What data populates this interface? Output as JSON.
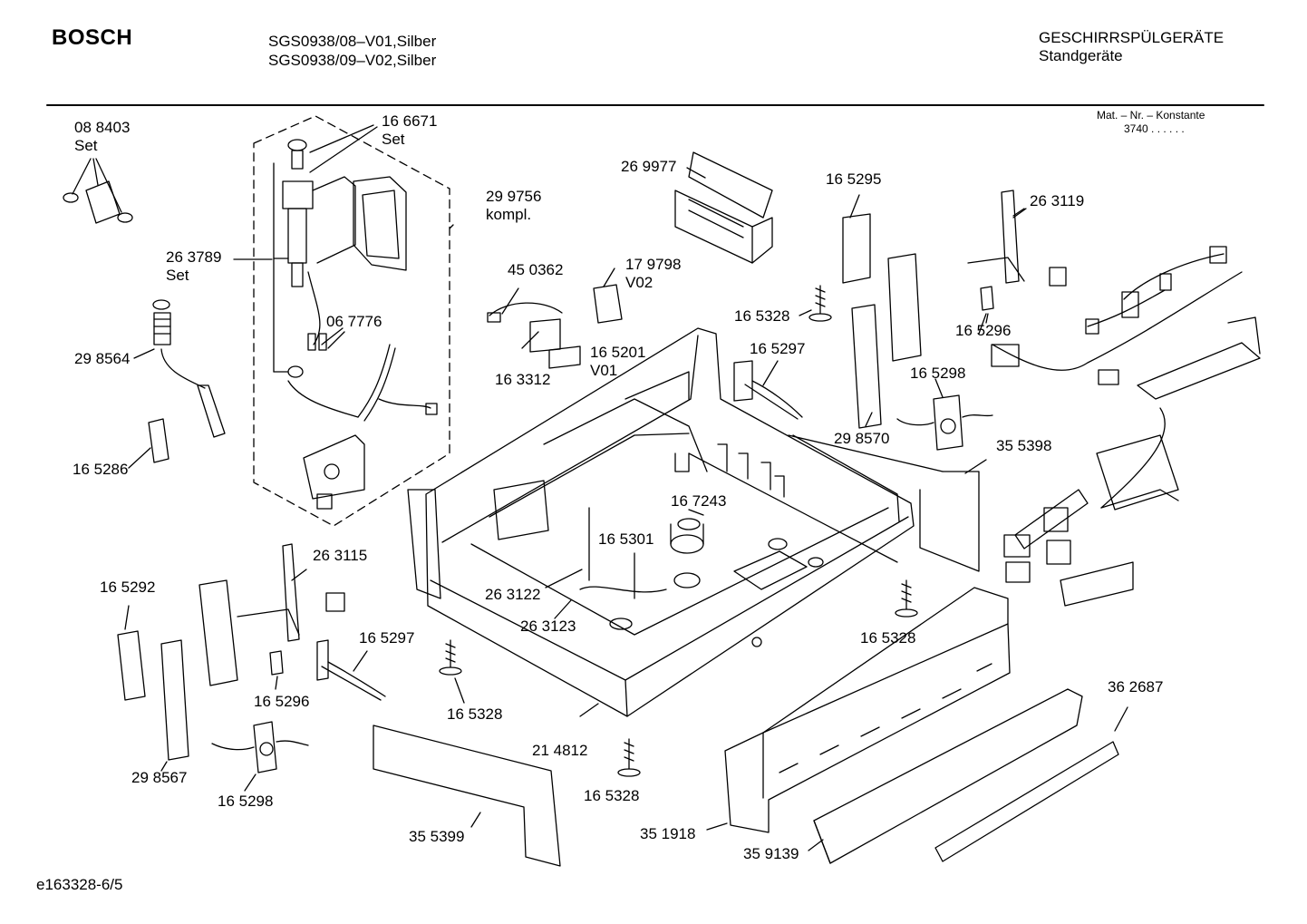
{
  "header": {
    "brand": "BOSCH",
    "model_line_1": "SGS0938/08–V01,Silber",
    "model_line_2": "SGS0938/09–V02,Silber",
    "category": "GESCHIRRSPÜLGERÄTE",
    "subcategory": "Standgeräte",
    "mat_nr_label": "Mat. – Nr. – Konstante",
    "mat_nr_value": "3740  .  .  .  .  .  ."
  },
  "footer": {
    "drawing_id": "e163328-6/5"
  },
  "parts": [
    {
      "lines": [
        "08 8403",
        "Set"
      ]
    },
    {
      "lines": [
        "16 6671",
        "Set"
      ]
    },
    {
      "lines": [
        "29 9756",
        "kompl."
      ]
    },
    {
      "lines": [
        "26 3789",
        "Set"
      ]
    },
    {
      "lines": [
        "06 7776"
      ]
    },
    {
      "lines": [
        "29 8564"
      ]
    },
    {
      "lines": [
        "16 5286"
      ]
    },
    {
      "lines": [
        "26 9977"
      ]
    },
    {
      "lines": [
        "45 0362"
      ]
    },
    {
      "lines": [
        "17 9798",
        "V02"
      ]
    },
    {
      "lines": [
        "16 5201",
        "V01"
      ]
    },
    {
      "lines": [
        "16 3312"
      ]
    },
    {
      "lines": [
        "16 5295"
      ]
    },
    {
      "lines": [
        "26 3119"
      ]
    },
    {
      "lines": [
        "16 5328"
      ]
    },
    {
      "lines": [
        "16 5297"
      ]
    },
    {
      "lines": [
        "16 5296"
      ]
    },
    {
      "lines": [
        "16 5298"
      ]
    },
    {
      "lines": [
        "29 8570"
      ]
    },
    {
      "lines": [
        "35 5398"
      ]
    },
    {
      "lines": [
        "16 7243"
      ]
    },
    {
      "lines": [
        "16 5301"
      ]
    },
    {
      "lines": [
        "26 3115"
      ]
    },
    {
      "lines": [
        "16 5292"
      ]
    },
    {
      "lines": [
        "26 3122"
      ]
    },
    {
      "lines": [
        "26 3123"
      ]
    },
    {
      "lines": [
        "16 5297"
      ]
    },
    {
      "lines": [
        "16 5296"
      ]
    },
    {
      "lines": [
        "16 5328"
      ]
    },
    {
      "lines": [
        "16 5328"
      ]
    },
    {
      "lines": [
        "29 8567"
      ]
    },
    {
      "lines": [
        "16 5298"
      ]
    },
    {
      "lines": [
        "21 4812"
      ]
    },
    {
      "lines": [
        "16 5328"
      ]
    },
    {
      "lines": [
        "36 2687"
      ]
    },
    {
      "lines": [
        "35 5399"
      ]
    },
    {
      "lines": [
        "35 1918"
      ]
    },
    {
      "lines": [
        "35 9139"
      ]
    }
  ]
}
